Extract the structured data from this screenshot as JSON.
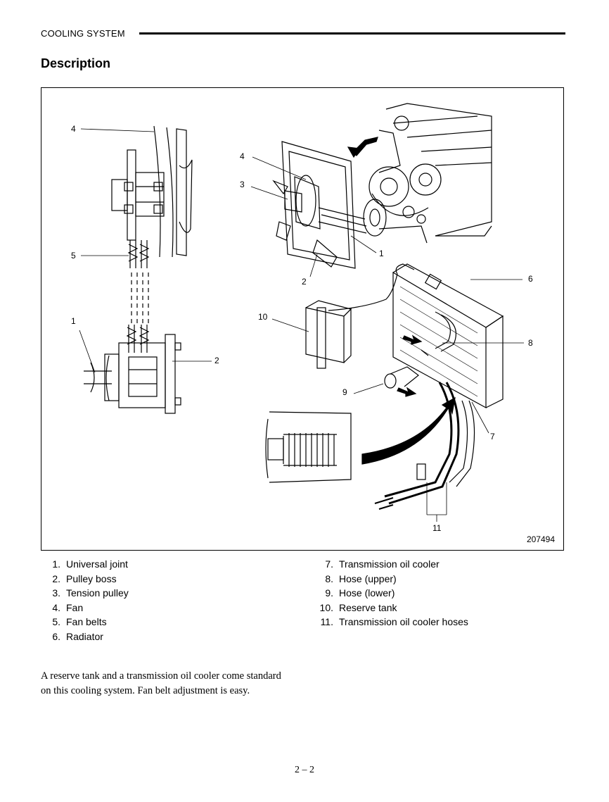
{
  "header": {
    "section": "COOLING SYSTEM"
  },
  "page_title": "Description",
  "figure": {
    "id": "207494",
    "callouts": [
      "4",
      "5",
      "1",
      "2",
      "4",
      "3",
      "1",
      "2",
      "6",
      "10",
      "8",
      "9",
      "7",
      "11"
    ]
  },
  "legend": {
    "left": [
      {
        "num": "1.",
        "label": "Universal joint"
      },
      {
        "num": "2.",
        "label": "Pulley boss"
      },
      {
        "num": "3.",
        "label": "Tension pulley"
      },
      {
        "num": "4.",
        "label": "Fan"
      },
      {
        "num": "5.",
        "label": "Fan belts"
      },
      {
        "num": "6.",
        "label": "Radiator"
      }
    ],
    "right": [
      {
        "num": "7.",
        "label": "Transmission oil cooler"
      },
      {
        "num": "8.",
        "label": "Hose (upper)"
      },
      {
        "num": "9.",
        "label": "Hose (lower)"
      },
      {
        "num": "10.",
        "label": "Reserve tank"
      },
      {
        "num": "11.",
        "label": "Transmission oil cooler hoses"
      }
    ]
  },
  "body_text": {
    "line1": "A reserve tank and a transmission oil cooler come standard",
    "line2": "on this cooling system.  Fan belt adjustment is easy."
  },
  "footer": {
    "page": "2 – 2"
  }
}
